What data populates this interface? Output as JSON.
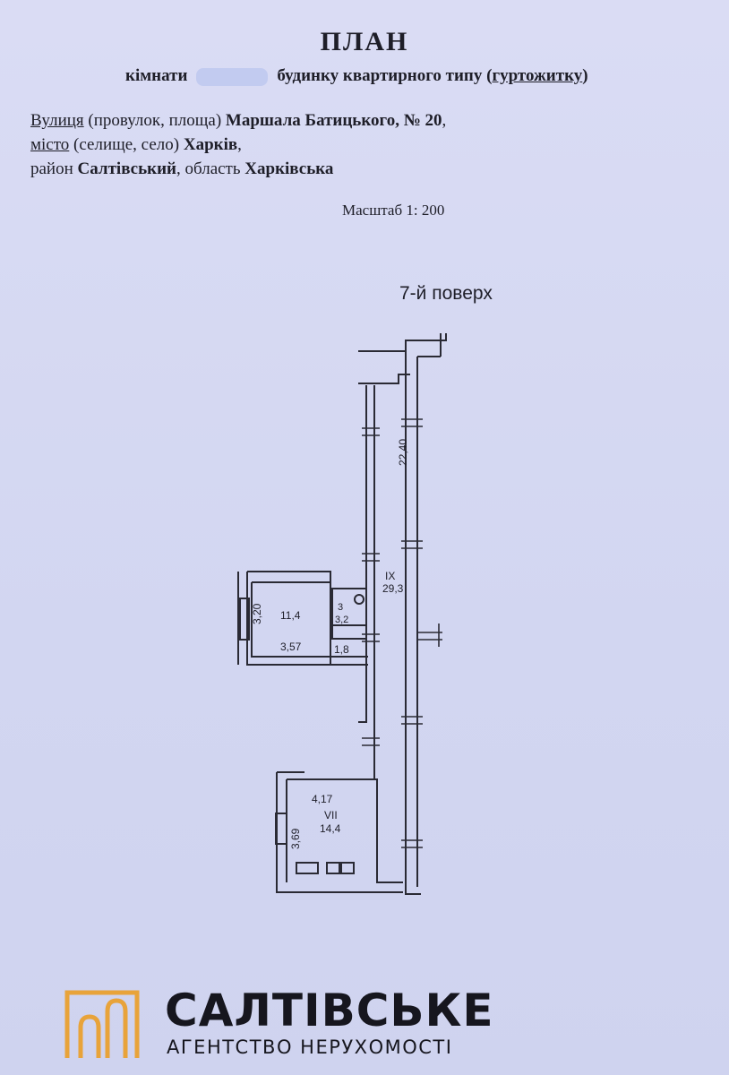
{
  "document": {
    "title": "ПЛАН",
    "subtitle_prefix": "кімнати",
    "subtitle_middle": "будинку квартирного типу (",
    "subtitle_underlined": "гуртожитку",
    "subtitle_suffix": ")",
    "street_label_ul": "Вулиця",
    "street_label": " (провулок, площа) ",
    "street_value": "Маршала Батицького, № 20",
    "street_trail": ",",
    "city_label_ul": "місто",
    "city_label": " (селище, село) ",
    "city_value": "Харків",
    "city_trail": ",",
    "district_label": "район ",
    "district_value": "Салтівський",
    "region_label": ", область ",
    "region_value": "Харківська",
    "scale": "Масштаб 1: 200",
    "floor": "7-й поверх"
  },
  "plan": {
    "corridor": {
      "dimension": "22,40",
      "number": "IX",
      "area": "29,3"
    },
    "room_top": {
      "area": "11,4",
      "height": "3,20",
      "width": "3,57"
    },
    "bath": {
      "number": "3",
      "area": "3,2",
      "small_area": "1,8"
    },
    "room_bottom": {
      "width": "4,17",
      "number": "VII",
      "area": "14,4",
      "height": "3,69"
    }
  },
  "logo": {
    "name": "САЛТІВСЬКЕ",
    "tagline": "АГЕНТСТВО НЕРУХОМОСТІ",
    "accent_color": "#e8a33a"
  }
}
